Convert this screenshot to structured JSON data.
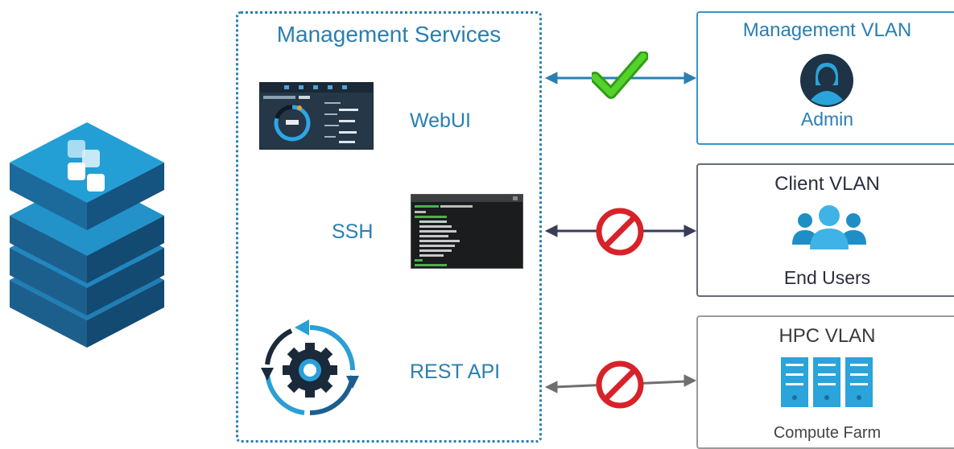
{
  "management_services": {
    "title": "Management Services",
    "services": [
      {
        "label": "WebUI",
        "icon": "webui-screenshot-icon"
      },
      {
        "label": "SSH",
        "icon": "terminal-screenshot-icon"
      },
      {
        "label": "REST API",
        "icon": "gear-cycle-icon"
      }
    ]
  },
  "vlans": [
    {
      "title": "Management VLAN",
      "subtitle": "Admin",
      "icon": "admin-user-icon",
      "access": "allowed"
    },
    {
      "title": "Client VLAN",
      "subtitle": "End Users",
      "icon": "users-group-icon",
      "access": "blocked"
    },
    {
      "title": "HPC VLAN",
      "subtitle": "Compute Farm",
      "icon": "server-rack-icon",
      "access": "blocked"
    }
  ],
  "colors": {
    "accent_blue": "#2a7fb0",
    "arrow_mgmt": "#2a7fb0",
    "arrow_client": "#3a3c5a",
    "arrow_hpc": "#6f6f6f",
    "check_green": "#3db81a",
    "block_red": "#d8222a"
  }
}
